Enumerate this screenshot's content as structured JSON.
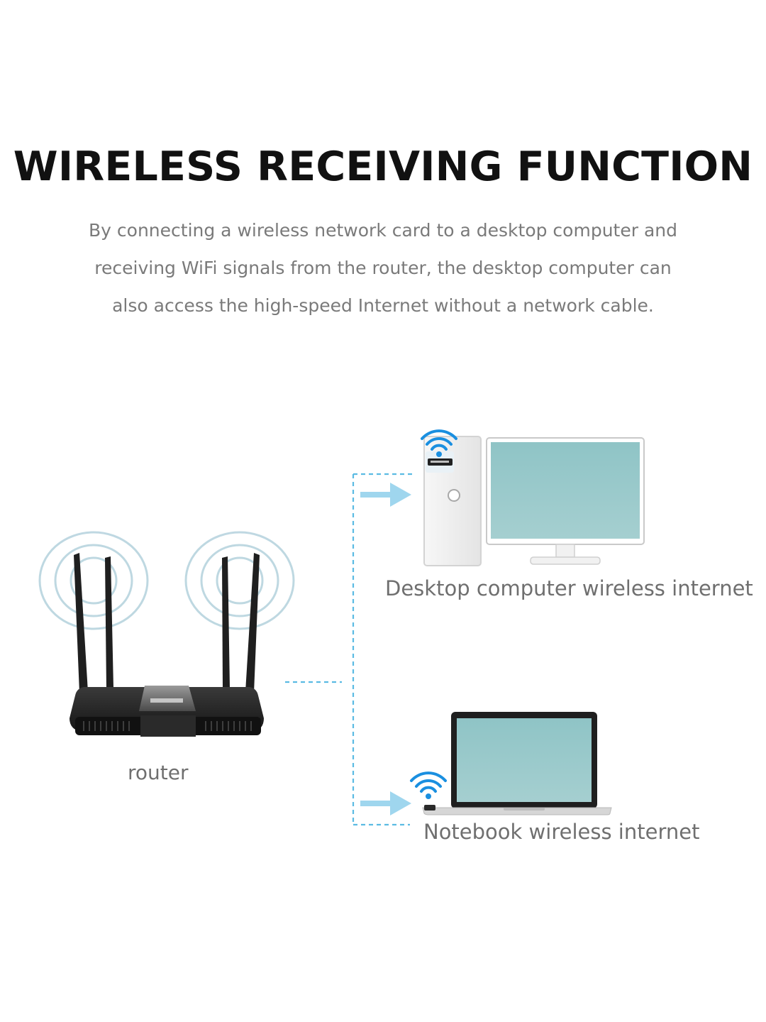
{
  "header": {
    "title": "WIRELESS RECEIVING FUNCTION",
    "description_lines": [
      "By connecting a wireless network card to a desktop computer and",
      "receiving WiFi signals from the router, the desktop computer can",
      "also access the high-speed Internet without a network cable."
    ]
  },
  "diagram": {
    "router_label": "router",
    "desktop_label": "Desktop computer wireless internet",
    "notebook_label": "Notebook wireless internet",
    "colors": {
      "connector": "#5bbbe3",
      "arrow": "#9fd6ee",
      "wifi": "#1a8fe0",
      "screen": "#97c7c8",
      "router_body": "#1c1c1c",
      "signal_rings": "#a9cbd8"
    },
    "icons": [
      "router-icon",
      "desktop-computer-icon",
      "monitor-icon",
      "notebook-icon",
      "wifi-icon",
      "usb-adapter-icon",
      "arrow-right-icon"
    ]
  }
}
